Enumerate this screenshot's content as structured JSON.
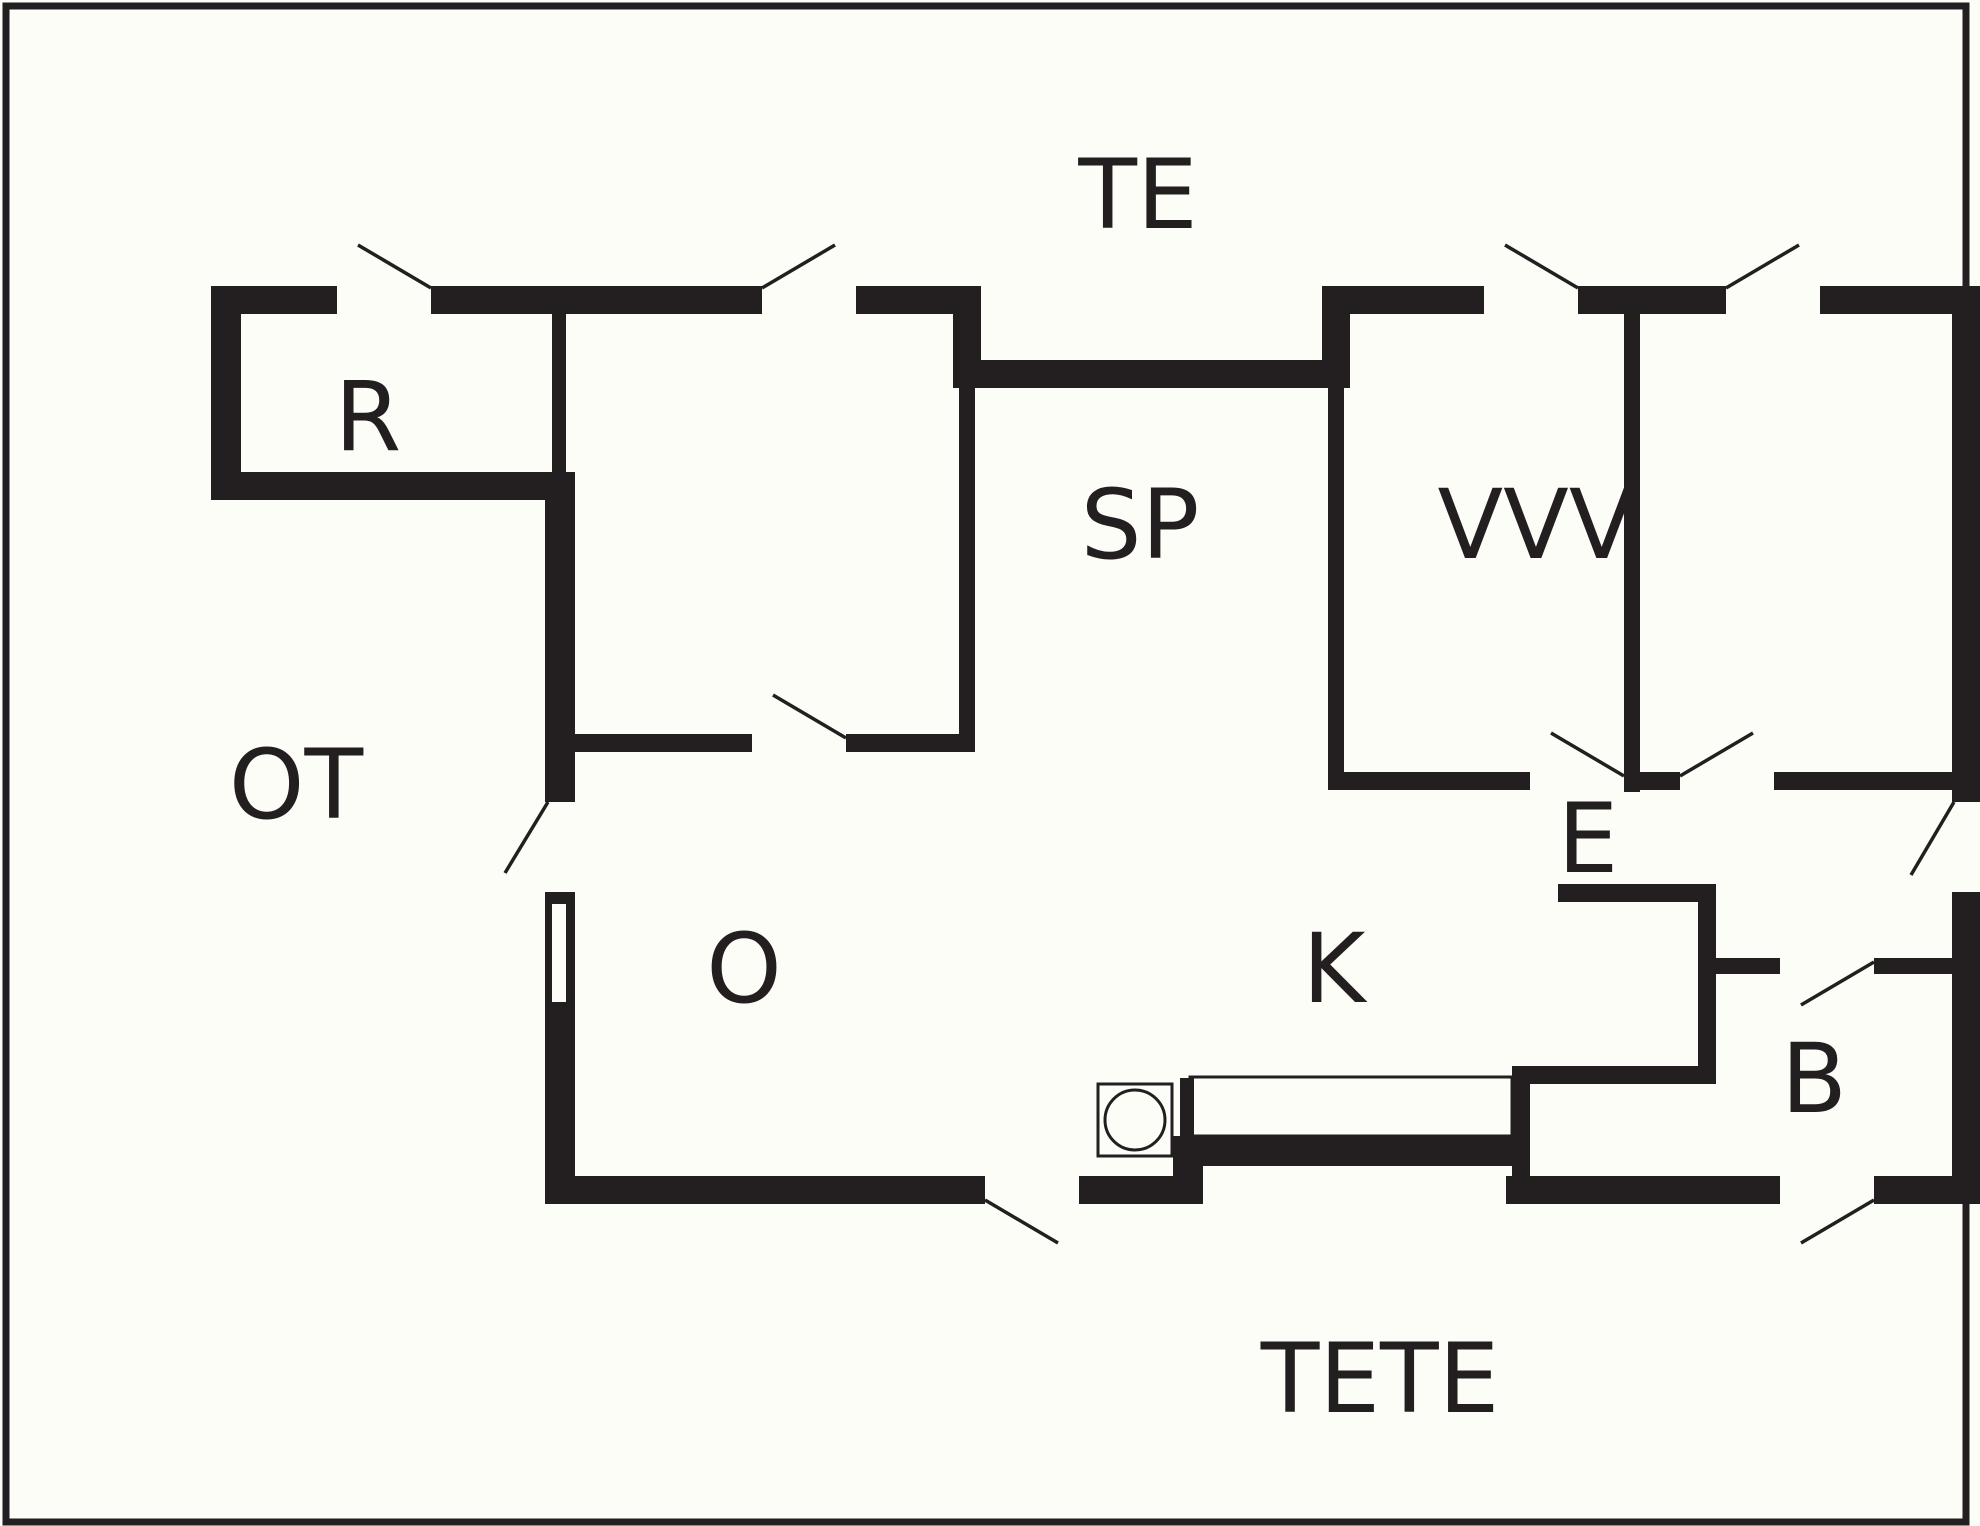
{
  "diagram": {
    "type": "floor-plan",
    "colors": {
      "background": "#fdfdf7",
      "wall": "#231f20"
    },
    "rooms": {
      "te": "TE",
      "r": "R",
      "sp": "SP",
      "vvv": "VVV",
      "ot": "OT",
      "e": "E",
      "o": "O",
      "k": "K",
      "b": "B",
      "tete": "TETE"
    },
    "fixtures": [
      "stove-icon"
    ]
  }
}
